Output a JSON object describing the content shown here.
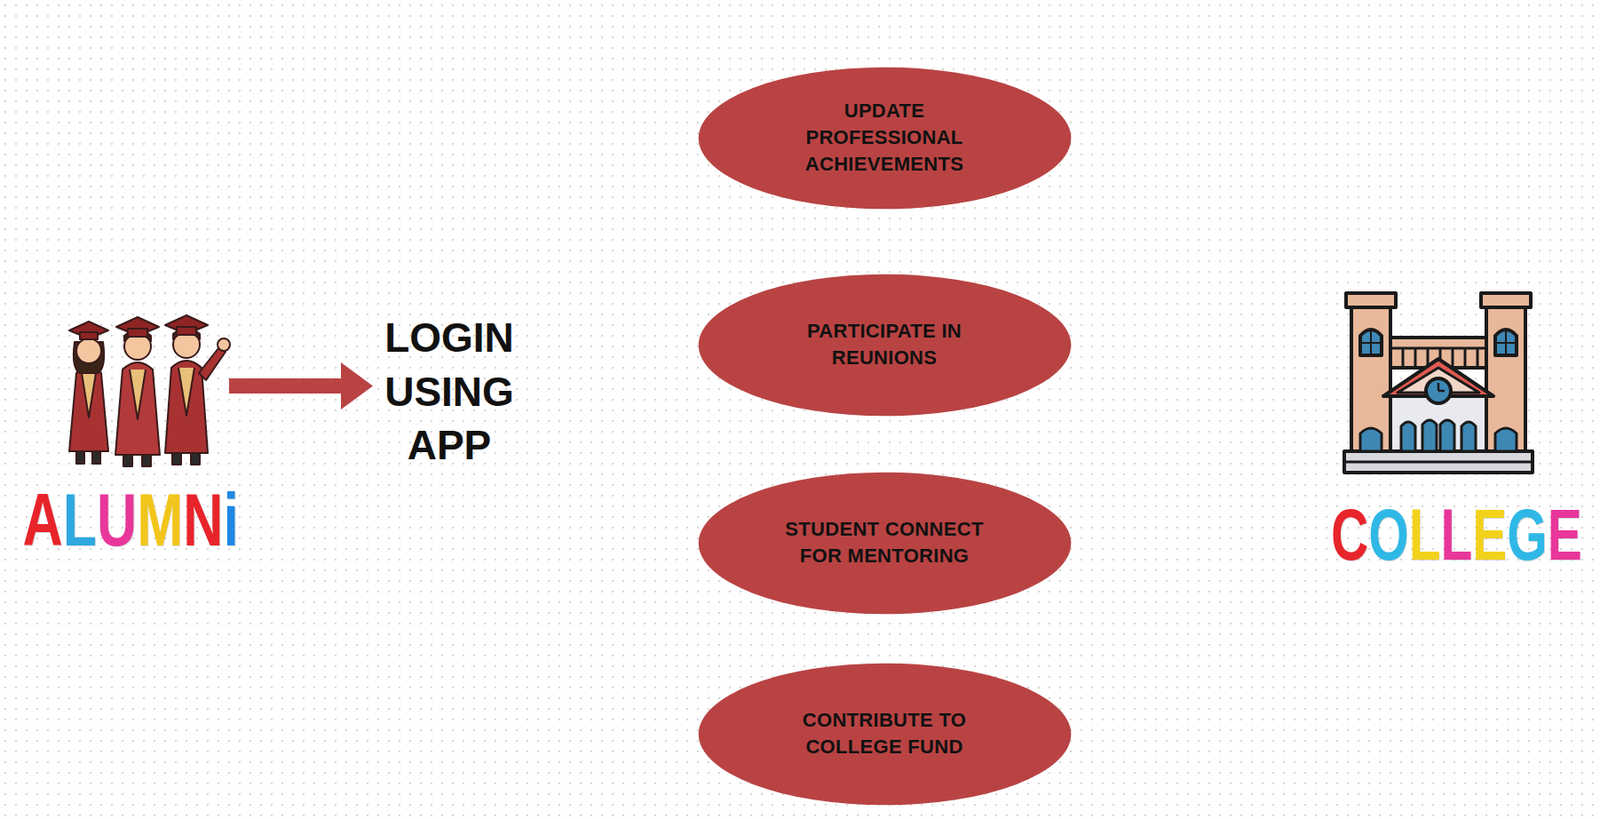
{
  "diagram": {
    "nodes": [
      {
        "text": [
          "UPDATE PROFESSIONAL ACHIEVEMENTS"
        ]
      },
      {
        "text": [
          "PARTICIPATE IN REUNIONS"
        ]
      },
      {
        "text": [
          "STUDENT CONNECT FOR MENTORING"
        ]
      },
      {
        "text": [
          "CONTRIBUTE TO COLLEGE FUND"
        ]
      }
    ],
    "edges": [],
    "labels": [
      "ALUMNi",
      "LOGIN USING APP",
      "COLLEGE"
    ]
  }
}
